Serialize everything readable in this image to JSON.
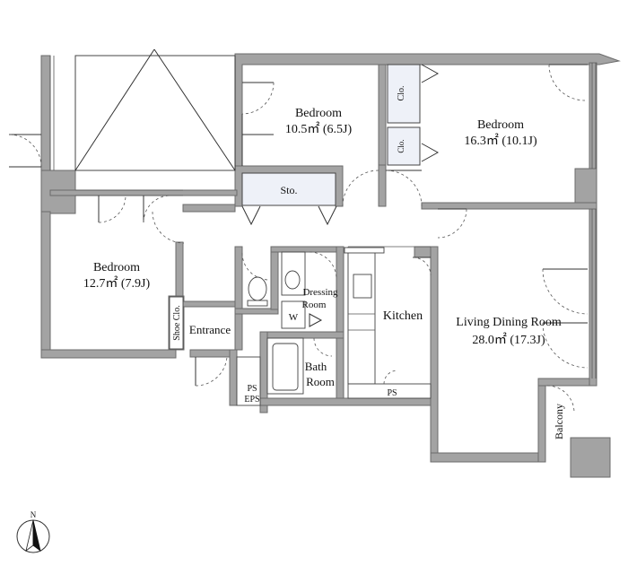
{
  "rooms": {
    "bedroom_a": {
      "name": "Bedroom",
      "area": "10.5㎡ (6.5J)"
    },
    "bedroom_b": {
      "name": "Bedroom",
      "area": "16.3㎡ (10.1J)"
    },
    "bedroom_c": {
      "name": "Bedroom",
      "area": "12.7㎡ (7.9J)"
    },
    "ldk": {
      "name": "Living Dining Room",
      "area": "28.0㎡ (17.3J)"
    },
    "storage": "Sto.",
    "closet_1": "Clo.",
    "closet_2": "Clo.",
    "shoe_closet": "Shoe Clo.",
    "entrance": "Entrance",
    "dressing": {
      "line1": "Dressing",
      "line2": "Room"
    },
    "washer": "W",
    "kitchen": "Kitchen",
    "bath": {
      "line1": "Bath",
      "line2": "Room"
    },
    "ps": "PS",
    "ps_eps": {
      "line1": "PS",
      "line2": "EPS"
    },
    "balcony": "Balcony"
  },
  "compass": {
    "label": "N"
  },
  "colors": {
    "wall": "#a3a3a3",
    "wall_edge": "#6b6b6b",
    "storage_fill": "#eef1f8",
    "line": "#333333"
  }
}
